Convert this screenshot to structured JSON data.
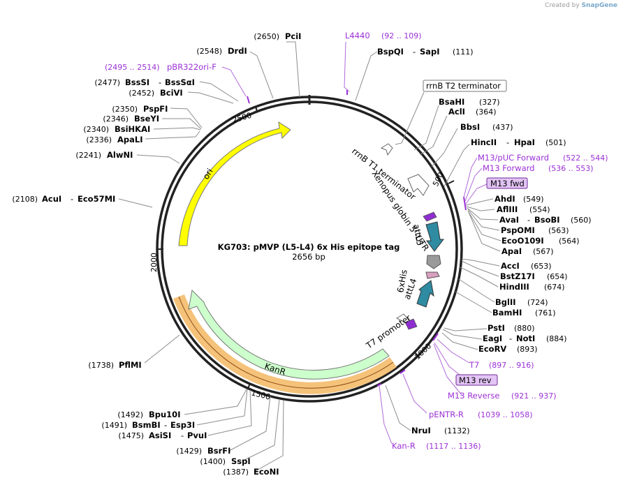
{
  "watermark": {
    "created_by": "Created by",
    "brand": "SnapGene"
  },
  "plasmid": {
    "name": "KG703: pMVP (L5-L4) 6x His epitope tag",
    "length": "2656 bp",
    "ticks": [
      "500",
      "1000",
      "1500",
      "2000",
      "2500"
    ]
  },
  "sites": [
    {
      "pos": "(2650)",
      "name": "PciI"
    },
    {
      "pos": "(2548)",
      "name": "DrdI"
    },
    {
      "pos": "(2477)",
      "name": "BssSI",
      "name2": "BssSαI"
    },
    {
      "pos": "(2452)",
      "name": "BciVI"
    },
    {
      "pos": "(2350)",
      "name": "PspFI"
    },
    {
      "pos": "(2346)",
      "name": "BseYI"
    },
    {
      "pos": "(2340)",
      "name": "BsiHKAI"
    },
    {
      "pos": "(2336)",
      "name": "ApaLI"
    },
    {
      "pos": "(2241)",
      "name": "AlwNI"
    },
    {
      "pos": "(2108)",
      "name": "AcuI",
      "name2": "Eco57MI"
    },
    {
      "pos": "(1738)",
      "name": "PflMI"
    },
    {
      "pos": "(1492)",
      "name": "Bpu10I"
    },
    {
      "pos": "(1491)",
      "name": "BsmBI",
      "name2": "Esp3I"
    },
    {
      "pos": "(1475)",
      "name": "AsiSI",
      "name2": "PvuI"
    },
    {
      "pos": "(1429)",
      "name": "BsrFI"
    },
    {
      "pos": "(1400)",
      "name": "SspI"
    },
    {
      "pos": "(1387)",
      "name": "EcoNI"
    },
    {
      "pos": "(111)",
      "name": "BspQI",
      "name2": "SapI"
    },
    {
      "pos": "(327)",
      "name": "BsaHI"
    },
    {
      "pos": "(364)",
      "name": "AclI"
    },
    {
      "pos": "(437)",
      "name": "BbsI"
    },
    {
      "pos": "(501)",
      "name": "HincII",
      "name2": "HpaI"
    },
    {
      "pos": "(549)",
      "name": "AhdI"
    },
    {
      "pos": "(554)",
      "name": "AflIII"
    },
    {
      "pos": "(560)",
      "name": "AvaI",
      "name2": "BsoBI"
    },
    {
      "pos": "(563)",
      "name": "PspOMI"
    },
    {
      "pos": "(564)",
      "name": "EcoO109I"
    },
    {
      "pos": "(567)",
      "name": "ApaI"
    },
    {
      "pos": "(653)",
      "name": "AccI"
    },
    {
      "pos": "(654)",
      "name": "BstZ17I"
    },
    {
      "pos": "(674)",
      "name": "HindIII"
    },
    {
      "pos": "(724)",
      "name": "BglII"
    },
    {
      "pos": "(761)",
      "name": "BamHI"
    },
    {
      "pos": "(880)",
      "name": "PstI"
    },
    {
      "pos": "(884)",
      "name": "EagI",
      "name2": "NotI"
    },
    {
      "pos": "(893)",
      "name": "EcoRV"
    },
    {
      "pos": "(1132)",
      "name": "NruI"
    }
  ],
  "primers": [
    {
      "name": "L4440",
      "range": "(92 .. 109)"
    },
    {
      "name": "pBR322ori-F",
      "range": "(2495 .. 2514)"
    },
    {
      "name": "M13/pUC Forward",
      "range": "(522 .. 544)"
    },
    {
      "name": "M13 Forward",
      "range": "(536 .. 553)"
    },
    {
      "name": "M13 fwd",
      "range": ""
    },
    {
      "name": "T7",
      "range": "(897 .. 916)"
    },
    {
      "name": "M13 rev",
      "range": ""
    },
    {
      "name": "M13 Reverse",
      "range": "(921 .. 937)"
    },
    {
      "name": "pENTR-R",
      "range": "(1039 .. 1058)"
    },
    {
      "name": "Kan-R",
      "range": "(1117 .. 1136)"
    }
  ],
  "features": [
    {
      "name": "ori",
      "color": "#ffff00"
    },
    {
      "name": "KanR",
      "color": "#ccffcc"
    },
    {
      "name": "rrnB T2 terminator",
      "color": "#ffffff"
    },
    {
      "name": "rrnB T1 terminator",
      "color": "#ffffff"
    },
    {
      "name": "Xenopus globin 5'-UTR",
      "color": "#ffffff"
    },
    {
      "name": "attL5",
      "color": "#2e8ba2"
    },
    {
      "name": "6xHis",
      "color": "#d8a0c0"
    },
    {
      "name": "attL4",
      "color": "#2e8ba2"
    },
    {
      "name": "T7 promoter",
      "color": "#ffffff"
    }
  ],
  "colors": {
    "primer": "#9b30d6",
    "kan_halo": "#f5c27a",
    "ori": "#ffff00",
    "kanr": "#ccffcc",
    "att": "#2e8ba2",
    "gray_feature": "#9a9a9a"
  }
}
